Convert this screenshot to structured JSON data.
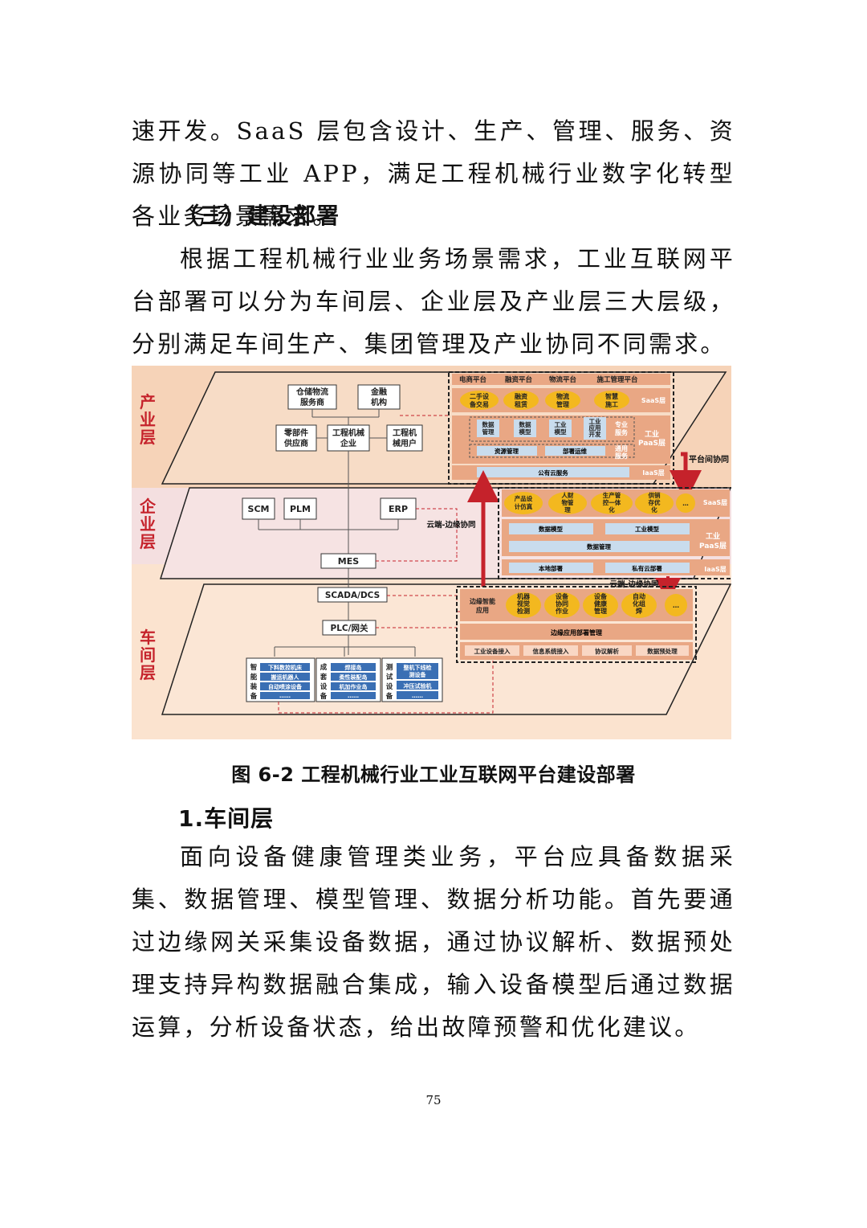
{
  "paragraphs": {
    "p1": "速开发。SaaS 层包含设计、生产、管理、服务、资源协同等工业 APP，满足工程机械行业数字化转型各业务场景需求。",
    "p2": "根据工程机械行业业务场景需求，工业互联网平台部署可以分为车间层、企业层及产业层三大层级，分别满足车间生产、集团管理及产业协同不同需求。",
    "p3": "面向设备健康管理类业务，平台应具备数据采集、数据管理、模型管理、数据分析功能。首先要通过边缘网关采集设备数据，通过协议解析、数据预处理支持异构数据融合集成，输入设备模型后通过数据运算，分析设备状态，给出故障预警和优化建议。"
  },
  "headings": {
    "section": "（三）建设部署",
    "sub1": "1.车间层"
  },
  "figure": {
    "caption": "图 6-2  工程机械行业工业互联网平台建设部署",
    "layers": {
      "industry": "产业层",
      "enterprise": "企业层",
      "workshop": "车间层"
    },
    "industry_left": {
      "warehouse": "仓储物流服务商",
      "finance": "金融机构",
      "parts": "零部件供应商",
      "enterprise": "工程机械企业",
      "users": "工程机械用户"
    },
    "industry_platform": {
      "top_tabs": [
        "电商平台",
        "融资平台",
        "物流平台",
        "施工管理平台"
      ],
      "saas_items": [
        "二手设备交易",
        "融资租赁",
        "物流管理",
        "智慧施工"
      ],
      "saas_label": "SaaS层",
      "paas_items": [
        "数据管理",
        "数据模型",
        "工业模型",
        "工业应用开发"
      ],
      "paas_pro_label": "专业服务",
      "paas_general_label": "通用服务",
      "paas_general_items": [
        "资源管理",
        "部署运维"
      ],
      "paas_label": "工业PaaS层",
      "iaas_item": "公有云服务",
      "iaas_label": "IaaS层"
    },
    "platform_collab": "平台间协同",
    "enterprise_left": {
      "scm": "SCM",
      "plm": "PLM",
      "erp": "ERP",
      "mes": "MES"
    },
    "cloud_edge": "云端-边缘协同",
    "enterprise_platform": {
      "saas_items": [
        "产品设计仿真",
        "人财物管理",
        "生产管控一体化",
        "供销存优化",
        "…"
      ],
      "saas_label": "SaaS层",
      "paas_items": [
        "数据模型",
        "工业模型",
        "数据管理"
      ],
      "paas_label": "工业PaaS层",
      "iaas_items": [
        "本地部署",
        "私有云部署"
      ],
      "iaas_label": "IaaS层"
    },
    "workshop_left": {
      "scada": "SCADA/DCS",
      "plc": "PLC/网关",
      "groups": [
        {
          "title": "智能装备",
          "items": [
            "下料数控机床",
            "搬运机器人",
            "自动喷涂设备",
            "……"
          ]
        },
        {
          "title": "成套设备",
          "items": [
            "焊接岛",
            "柔性装配岛",
            "机加作业岛",
            "……"
          ]
        },
        {
          "title": "测试设备",
          "items": [
            "整机下线检测设备",
            "冲压试验机",
            "……"
          ]
        }
      ]
    },
    "workshop_platform": {
      "edge_app": "边缘智能应用",
      "apps": [
        "机器视觉检测",
        "设备协同作业",
        "设备健康管理",
        "自动化组焊",
        "…"
      ],
      "deploy": "边缘应用部署管理",
      "bottom": [
        "工业设备接入",
        "信息系统接入",
        "协议解析",
        "数据预处理"
      ]
    },
    "colors": {
      "band": "#f3c9a9",
      "platform": "#e9a784",
      "pill": "#f3b81f",
      "blue_box": "#c9dced",
      "accent": "#c5222b"
    }
  },
  "page_number": "75"
}
